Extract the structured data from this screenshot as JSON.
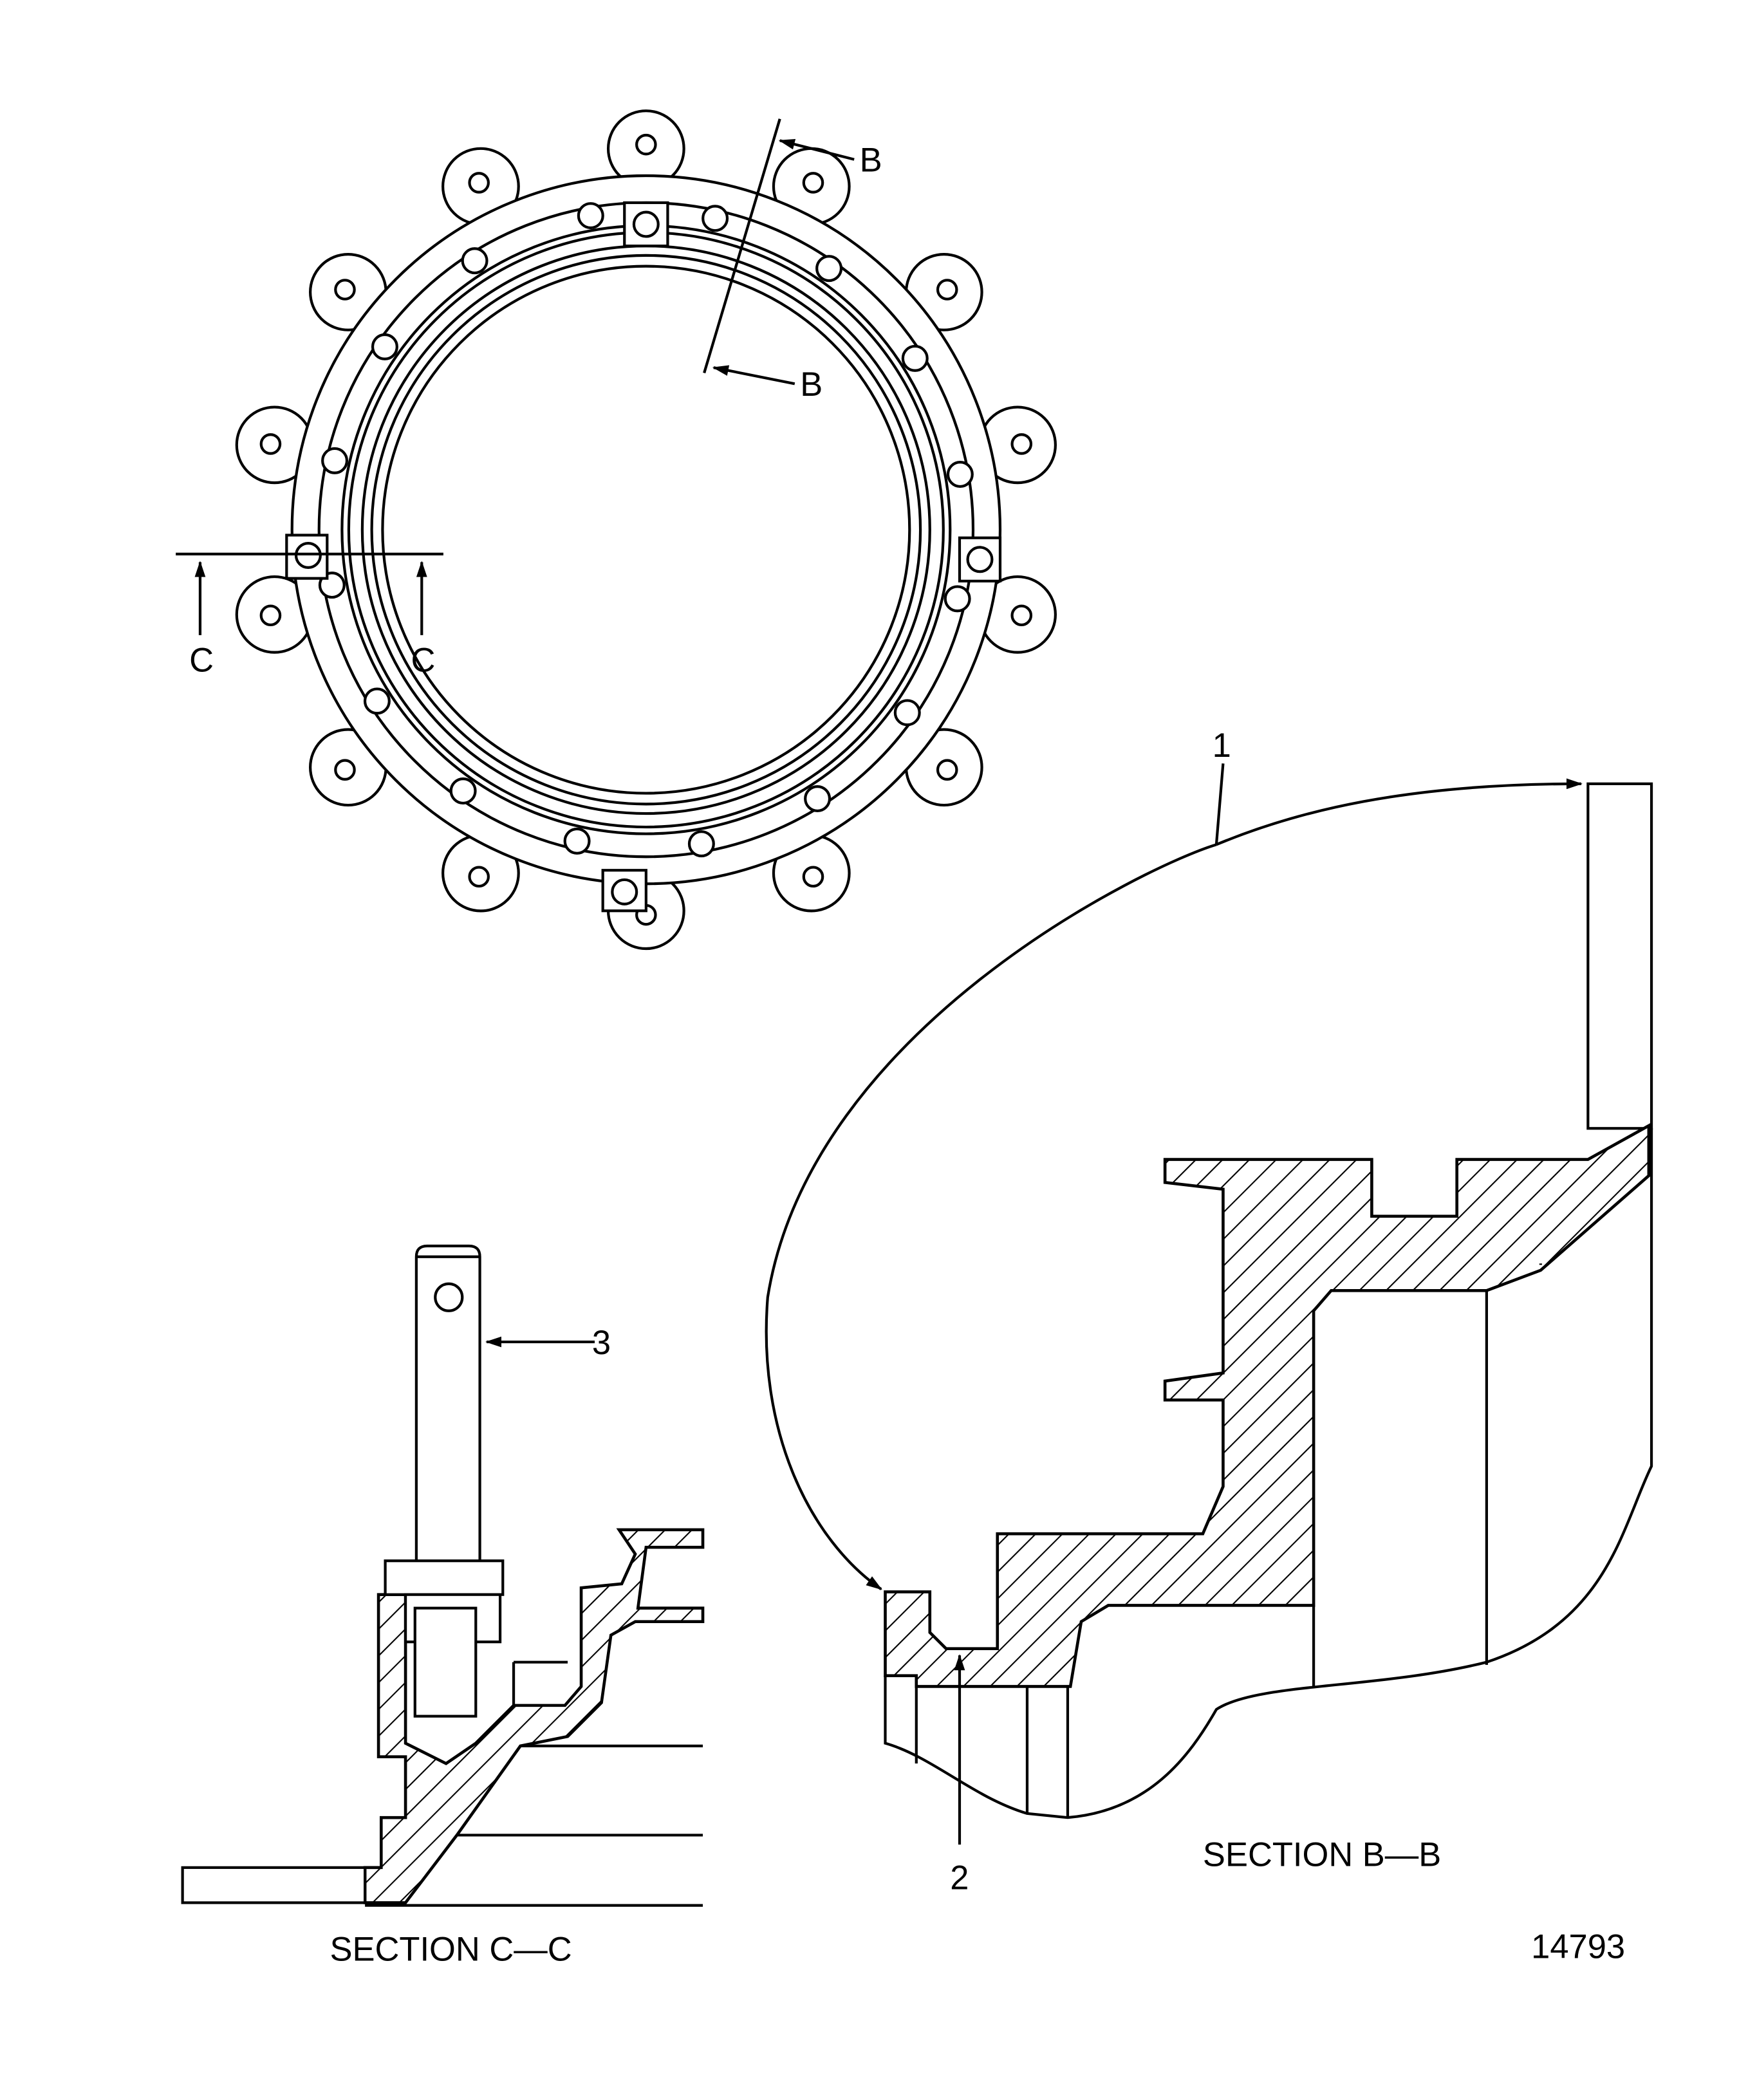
{
  "labels": {
    "section_b_top": "B",
    "section_b_bottom": "B",
    "section_c_left": "C",
    "section_c_right": "C",
    "callout_1": "1",
    "callout_2": "2",
    "callout_3": "3",
    "section_bb_title": "SECTION B—B",
    "section_cc_title": "SECTION C—C",
    "figure_number": "14793"
  }
}
